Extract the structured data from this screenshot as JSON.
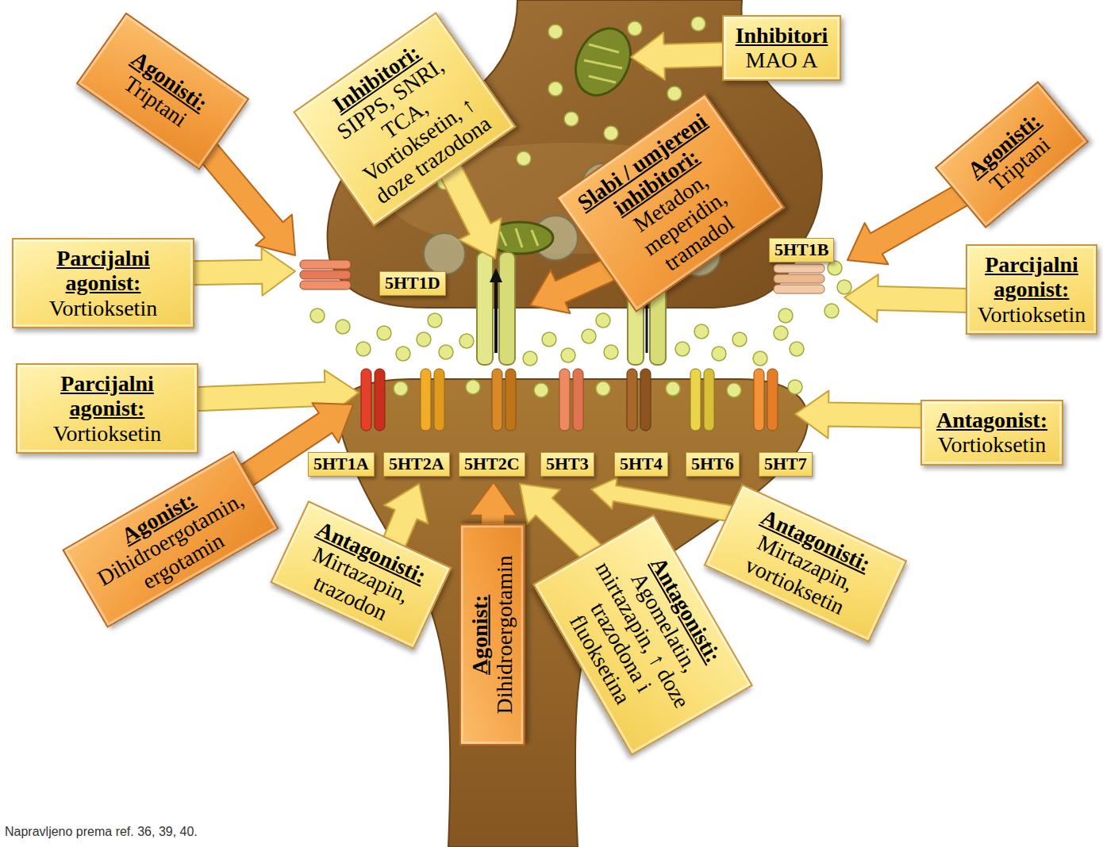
{
  "diagram": {
    "caption": "Napravljeno prema ref. 36, 39, 40.",
    "nodes": [
      {
        "text": [
          "Inhibitori",
          "MAO A"
        ]
      },
      {
        "text": [
          "Agonisti:",
          "Triptani"
        ]
      },
      {
        "text": [
          "Inhibitori:",
          "SIPPS, SNRI, TCA, Vortioksetin, ↑ doze trazodona"
        ]
      },
      {
        "text": [
          "Agonisti:",
          "Triptani"
        ]
      },
      {
        "text": [
          "Slabi / umjereni inhibitori:",
          "Metadon, meperidin, tramadol"
        ]
      },
      {
        "text": [
          "5HT1B"
        ]
      },
      {
        "text": [
          "Parcijalni agonist:",
          "Vortioksetin"
        ]
      },
      {
        "text": [
          "5HT1D"
        ]
      },
      {
        "text": [
          "Parcijalni agonist:",
          "Vortioksetin"
        ]
      },
      {
        "text": [
          "Parcijalni agonist:",
          "Vortioksetin"
        ]
      },
      {
        "text": [
          "Antagonist:",
          "Vortioksetin"
        ]
      },
      {
        "text": [
          "5HT1A"
        ]
      },
      {
        "text": [
          "5HT2A"
        ]
      },
      {
        "text": [
          "5HT2C"
        ]
      },
      {
        "text": [
          "5HT3"
        ]
      },
      {
        "text": [
          "5HT4"
        ]
      },
      {
        "text": [
          "5HT6"
        ]
      },
      {
        "text": [
          "5HT7"
        ]
      },
      {
        "text": [
          "Agonist:",
          "Dihidroergotamin, ergotamin"
        ]
      },
      {
        "text": [
          "Antagonisti:",
          "Mirtazapin, vortioksetin"
        ]
      },
      {
        "text": [
          "Antagonisti:",
          "Mirtazapin, trazodon"
        ]
      },
      {
        "text": [
          "Antagonisti:",
          "Agomelatin, mirtazapin, ↑ doze trazodona i fluoksetina"
        ]
      },
      {
        "text": [
          "Agonist:",
          "Dihidroergotamin"
        ]
      }
    ]
  }
}
